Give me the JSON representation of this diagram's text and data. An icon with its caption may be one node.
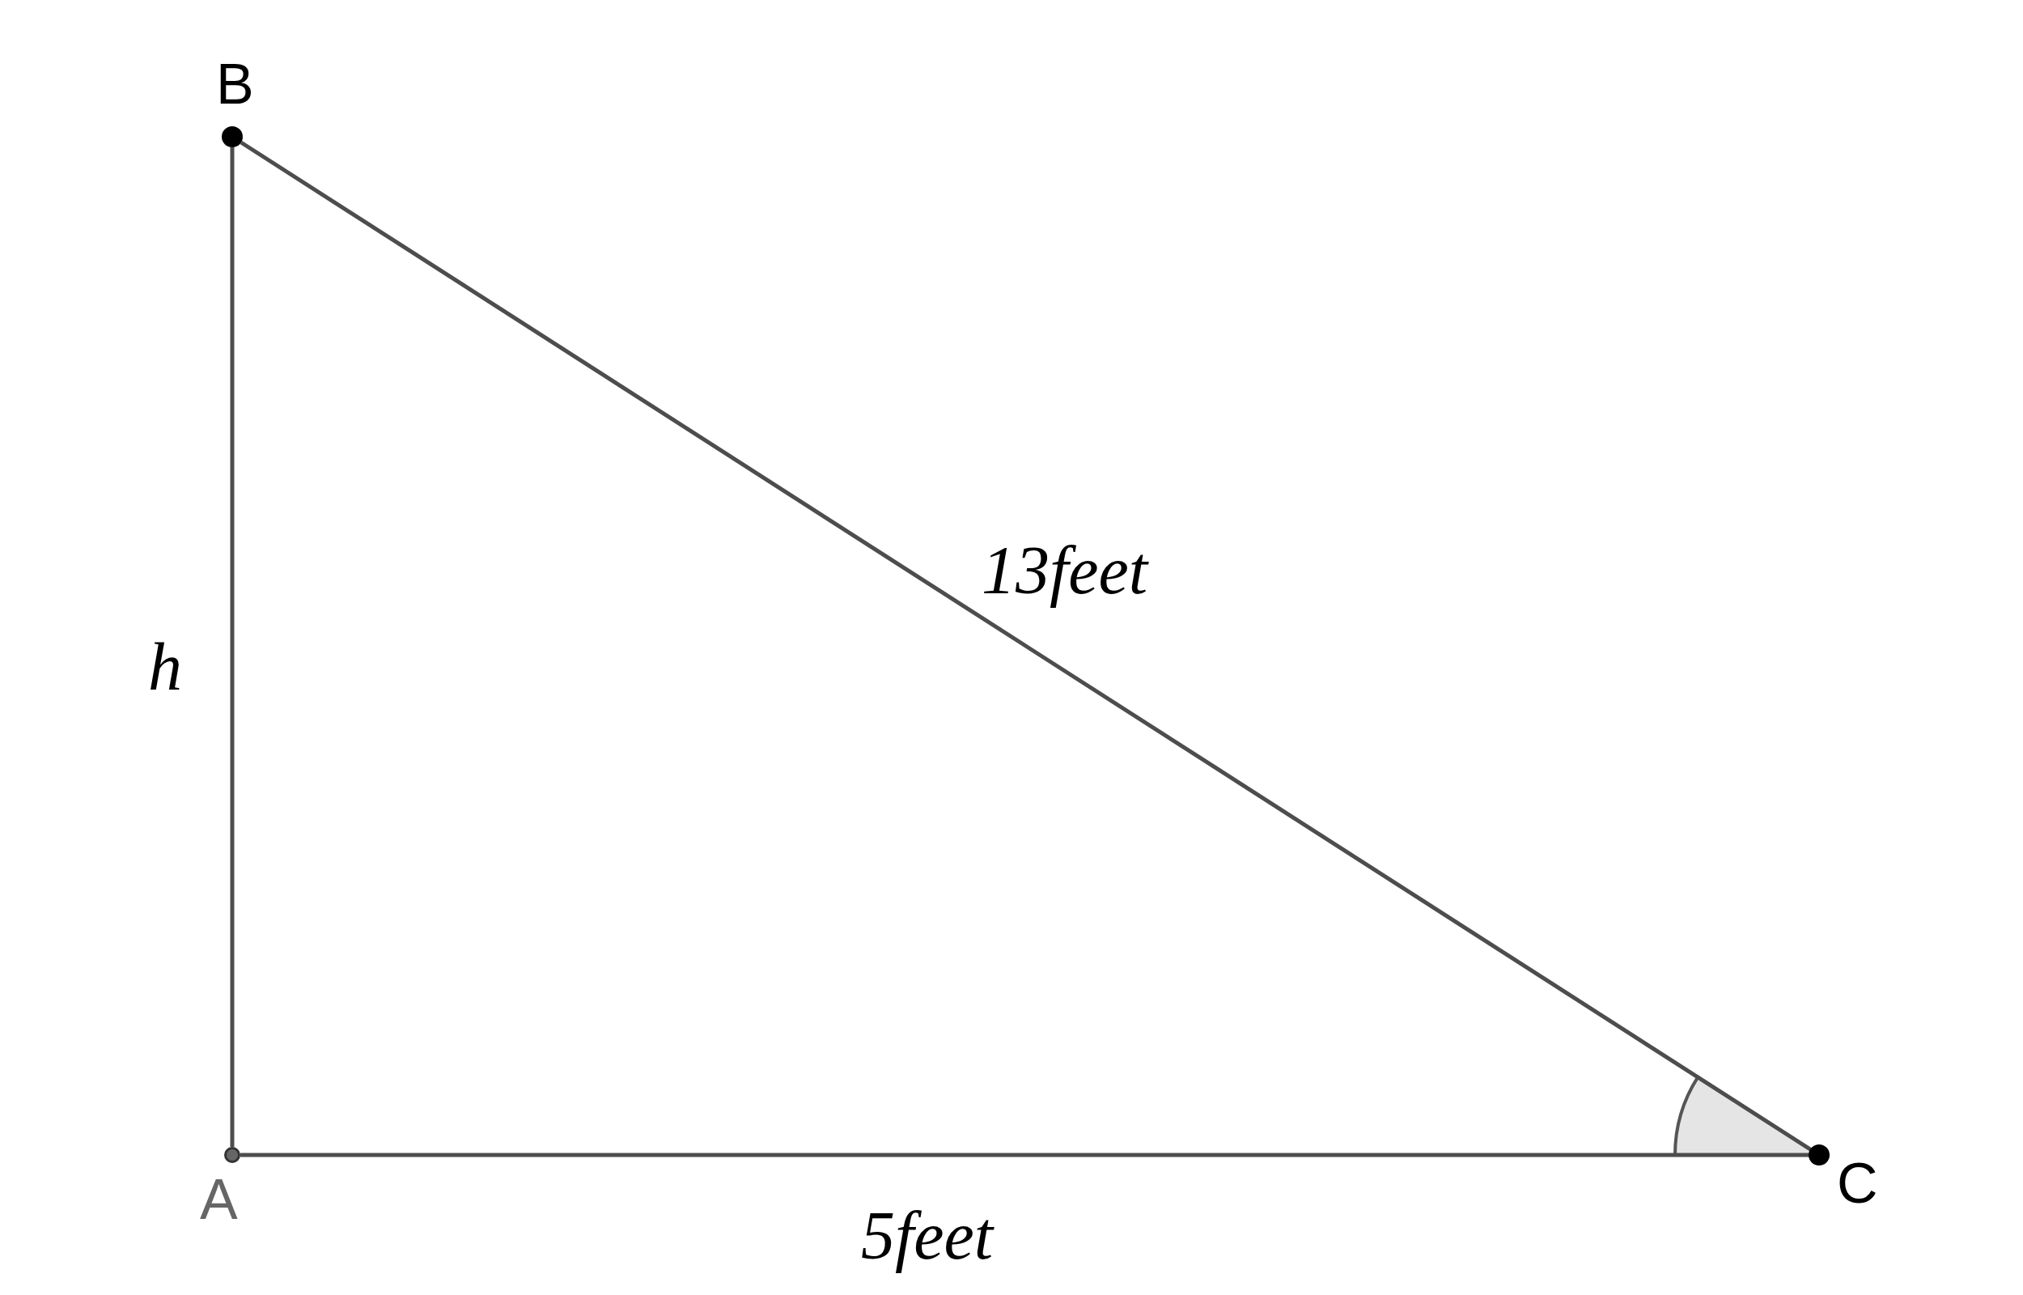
{
  "diagram": {
    "nodes": [
      {
        "text": [
          "B"
        ]
      },
      {
        "text": [
          "A"
        ]
      },
      {
        "text": [
          "C"
        ]
      }
    ],
    "edges": [
      {
        "from": 0,
        "to": 1,
        "arrow": "none",
        "label": "h"
      },
      {
        "from": 0,
        "to": 2,
        "arrow": "none",
        "label": "13feet"
      },
      {
        "from": 1,
        "to": 2,
        "arrow": "none",
        "label": "5feet"
      }
    ]
  }
}
